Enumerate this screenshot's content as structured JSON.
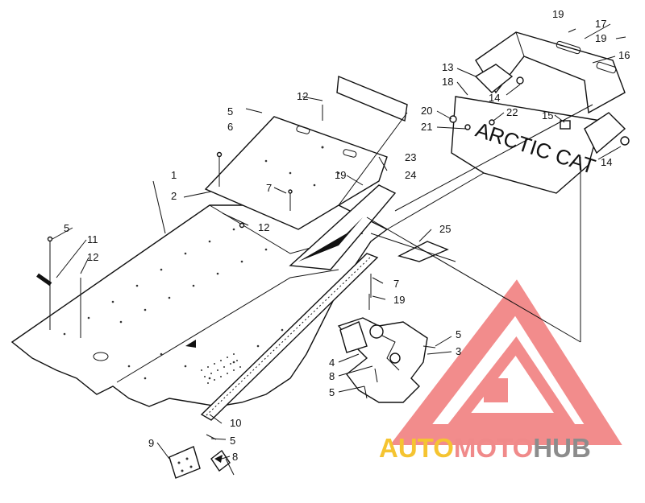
{
  "diagram": {
    "callouts": [
      {
        "id": "c1",
        "label": "1"
      },
      {
        "id": "c2",
        "label": "2"
      },
      {
        "id": "c3",
        "label": "3"
      },
      {
        "id": "c4",
        "label": "4"
      },
      {
        "id": "c5a",
        "label": "5"
      },
      {
        "id": "c5b",
        "label": "5"
      },
      {
        "id": "c5c",
        "label": "5"
      },
      {
        "id": "c5d",
        "label": "5"
      },
      {
        "id": "c5e",
        "label": "5"
      },
      {
        "id": "c6",
        "label": "6"
      },
      {
        "id": "c7a",
        "label": "7"
      },
      {
        "id": "c7b",
        "label": "7"
      },
      {
        "id": "c8a",
        "label": "8"
      },
      {
        "id": "c8b",
        "label": "8"
      },
      {
        "id": "c9",
        "label": "9"
      },
      {
        "id": "c10",
        "label": "10"
      },
      {
        "id": "c11",
        "label": "11"
      },
      {
        "id": "c12a",
        "label": "12"
      },
      {
        "id": "c12b",
        "label": "12"
      },
      {
        "id": "c12c",
        "label": "12"
      },
      {
        "id": "c13",
        "label": "13"
      },
      {
        "id": "c14a",
        "label": "14"
      },
      {
        "id": "c14b",
        "label": "14"
      },
      {
        "id": "c15",
        "label": "15"
      },
      {
        "id": "c16",
        "label": "16"
      },
      {
        "id": "c17",
        "label": "17"
      },
      {
        "id": "c18",
        "label": "18"
      },
      {
        "id": "c19a",
        "label": "19"
      },
      {
        "id": "c19b",
        "label": "19"
      },
      {
        "id": "c19c",
        "label": "19"
      },
      {
        "id": "c19d",
        "label": "19"
      },
      {
        "id": "c20",
        "label": "20"
      },
      {
        "id": "c21",
        "label": "21"
      },
      {
        "id": "c22",
        "label": "22"
      },
      {
        "id": "c23",
        "label": "23"
      },
      {
        "id": "c24",
        "label": "24"
      },
      {
        "id": "c25",
        "label": "25"
      }
    ],
    "snowflap_text": "ARCTIC CAT"
  },
  "watermark": {
    "part1": "AUTO",
    "part2": "MOTO",
    "part3": "HUB",
    "color_auto": "#f5c431",
    "color_moto": "#f08a8a",
    "color_hub": "#8c8c8c",
    "triangle_color": "#f07878"
  }
}
